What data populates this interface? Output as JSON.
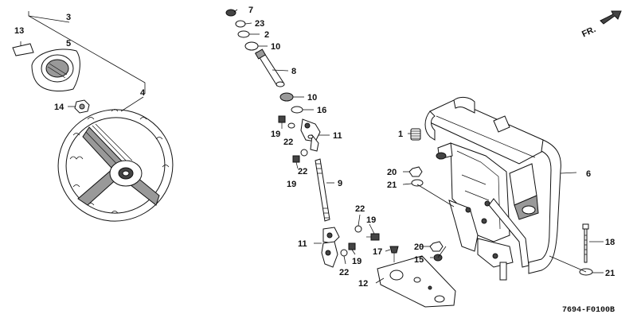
{
  "orientation": {
    "label": "FR."
  },
  "callouts": {
    "c1": "1",
    "c2": "2",
    "c3": "3",
    "c4": "4",
    "c5": "5",
    "c6": "6",
    "c7": "7",
    "c8": "8",
    "c9": "9",
    "c10a": "10",
    "c10b": "10",
    "c11a": "11",
    "c11b": "11",
    "c12": "12",
    "c13": "13",
    "c14": "14",
    "c15": "15",
    "c16": "16",
    "c17": "17",
    "c18": "18",
    "c19a": "19",
    "c19b": "19",
    "c19c": "19",
    "c19d": "19",
    "c20a": "20",
    "c20b": "20",
    "c21a": "21",
    "c21b": "21",
    "c22a": "22",
    "c22b": "22",
    "c22c": "22",
    "c22d": "22",
    "c23": "23"
  },
  "diagram_code": "7694-F0100B"
}
